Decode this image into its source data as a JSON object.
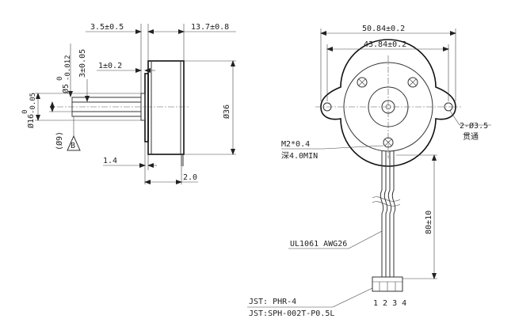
{
  "side_view": {
    "dim_shaft_protrusion": "3.5±0.5",
    "dim_body_length": "13.7±0.8",
    "dim_shaft_diameter": "Ø5",
    "dim_shaft_diameter_tol_upper": "0",
    "dim_shaft_diameter_tol_lower": "-0.012",
    "dim_flat_depth": "3±0.05",
    "dim_boss_offset": "1±0.2",
    "dim_boss_diameter": "Ø16",
    "dim_boss_tol_upper": "0",
    "dim_boss_tol_lower": "-0.05",
    "dim_reference": "(Ø9)",
    "datum_label": "B",
    "dim_flange_thickness": "1.4",
    "dim_pin_offset": "2.0",
    "dim_body_diameter": "Ø36"
  },
  "front_view": {
    "dim_overall_width": "50.84±0.2",
    "dim_hole_spacing": "43.84±0.2",
    "mount_hole_note": "2-Ø3.5",
    "mount_hole_note_cn": "贯通",
    "screw_thread": "M2*0.4",
    "screw_depth": "深4.0MIN",
    "dim_lead_length": "80±10",
    "wire_spec": "UL1061 AWG26",
    "connector_housing": "JST: PHR-4",
    "connector_terminal": "JST:SPH-002T-P0.5L",
    "pin_numbers": "1 2 3 4"
  }
}
